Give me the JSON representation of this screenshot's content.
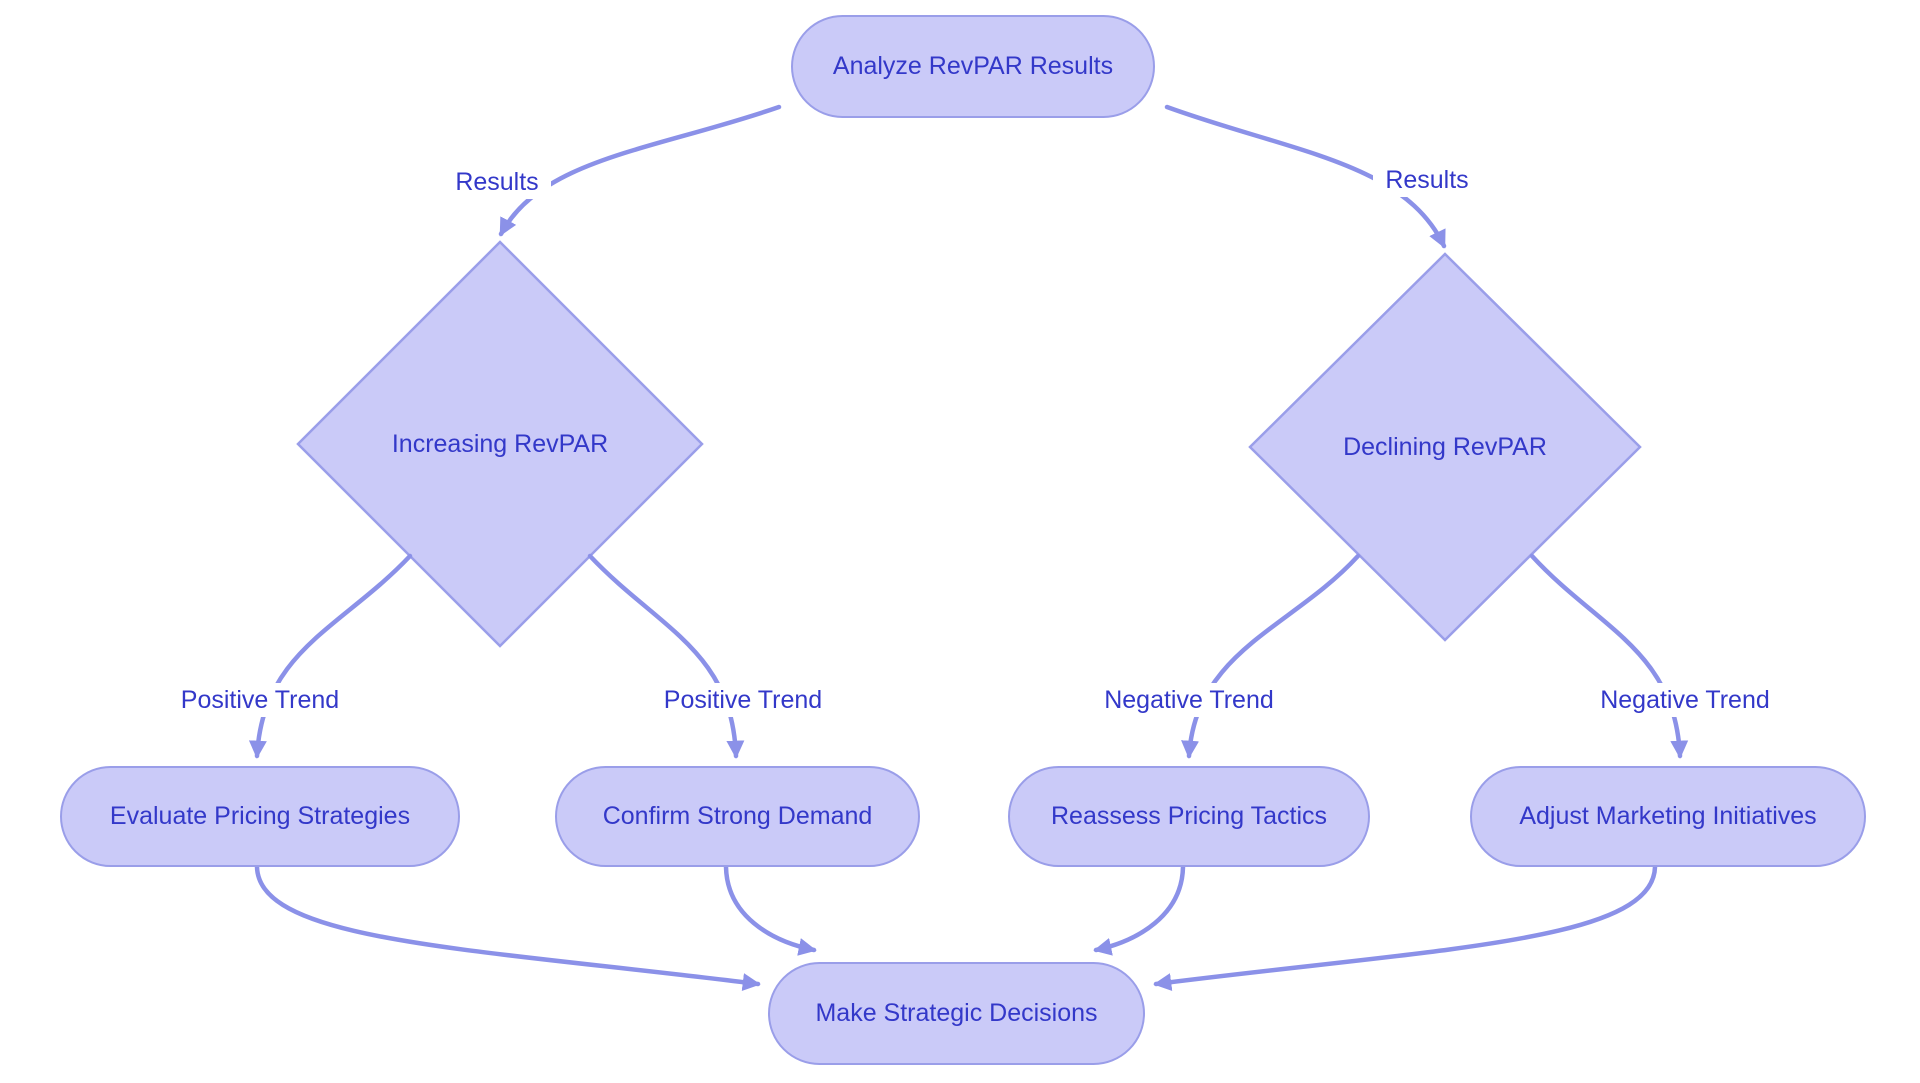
{
  "diagram": {
    "type": "flowchart",
    "background": "#ffffff",
    "colors": {
      "node_fill": "#cacaf8",
      "node_border": "#9a9ee9",
      "edge_stroke": "#8b91e8",
      "text": "#3338c9"
    },
    "nodes": [
      {
        "id": "analyze",
        "shape": "stadium",
        "label": "Analyze RevPAR Results"
      },
      {
        "id": "increasing",
        "shape": "diamond",
        "label": "Increasing RevPAR"
      },
      {
        "id": "declining",
        "shape": "diamond",
        "label": "Declining RevPAR"
      },
      {
        "id": "evaluate",
        "shape": "stadium",
        "label": "Evaluate Pricing Strategies"
      },
      {
        "id": "confirm",
        "shape": "stadium",
        "label": "Confirm Strong Demand"
      },
      {
        "id": "reassess",
        "shape": "stadium",
        "label": "Reassess Pricing Tactics"
      },
      {
        "id": "adjust",
        "shape": "stadium",
        "label": "Adjust Marketing Initiatives"
      },
      {
        "id": "decide",
        "shape": "stadium",
        "label": "Make Strategic Decisions"
      }
    ],
    "edges": [
      {
        "from": "analyze",
        "to": "increasing",
        "label": "Results"
      },
      {
        "from": "analyze",
        "to": "declining",
        "label": "Results"
      },
      {
        "from": "increasing",
        "to": "evaluate",
        "label": "Positive Trend"
      },
      {
        "from": "increasing",
        "to": "confirm",
        "label": "Positive Trend"
      },
      {
        "from": "declining",
        "to": "reassess",
        "label": "Negative Trend"
      },
      {
        "from": "declining",
        "to": "adjust",
        "label": "Negative Trend"
      },
      {
        "from": "evaluate",
        "to": "decide",
        "label": ""
      },
      {
        "from": "confirm",
        "to": "decide",
        "label": ""
      },
      {
        "from": "reassess",
        "to": "decide",
        "label": ""
      },
      {
        "from": "adjust",
        "to": "decide",
        "label": ""
      }
    ]
  }
}
